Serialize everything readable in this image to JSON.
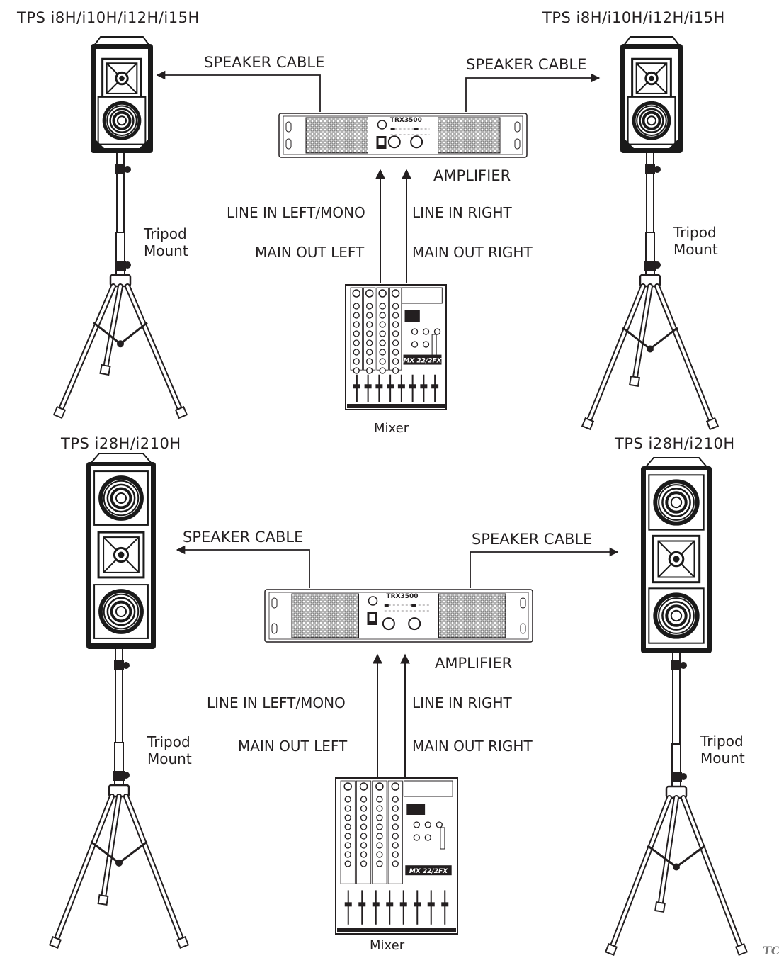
{
  "setups": [
    {
      "speaker_model_left": "TPS i8H/i10H/i12H/i15H",
      "speaker_model_right": "TPS i8H/i10H/i12H/i15H",
      "speaker_cable_left": "SPEAKER CABLE",
      "speaker_cable_right": "SPEAKER CABLE",
      "amplifier_label": "AMPLIFIER",
      "amplifier_model": "TRX3500",
      "line_in_left": "LINE IN LEFT/MONO",
      "line_in_right": "LINE IN RIGHT",
      "main_out_left": "MAIN OUT LEFT",
      "main_out_right": "MAIN OUT RIGHT",
      "tripod_left_1": "Tripod",
      "tripod_left_2": "Mount",
      "tripod_right_1": "Tripod",
      "tripod_right_2": "Mount",
      "mixer_label": "Mixer",
      "mixer_model": "MX 22/2FX",
      "speaker_type": "single"
    },
    {
      "speaker_model_left": "TPS i28H/i210H",
      "speaker_model_right": "TPS i28H/i210H",
      "speaker_cable_left": "SPEAKER CABLE",
      "speaker_cable_right": "SPEAKER CABLE",
      "amplifier_label": "AMPLIFIER",
      "amplifier_model": "TRX3500",
      "line_in_left": "LINE IN LEFT/MONO",
      "line_in_right": "LINE IN RIGHT",
      "main_out_left": "MAIN OUT LEFT",
      "main_out_right": "MAIN OUT RIGHT",
      "tripod_left_1": "Tripod",
      "tripod_left_2": "Mount",
      "tripod_right_1": "Tripod",
      "tripod_right_2": "Mount",
      "mixer_label": "Mixer",
      "mixer_model": "MX 22/2FX",
      "speaker_type": "dual"
    }
  ],
  "watermark": "TC",
  "colors": {
    "ink": "#231f20",
    "cabinet": "#1a1a1a",
    "panel": "#ffffff"
  }
}
